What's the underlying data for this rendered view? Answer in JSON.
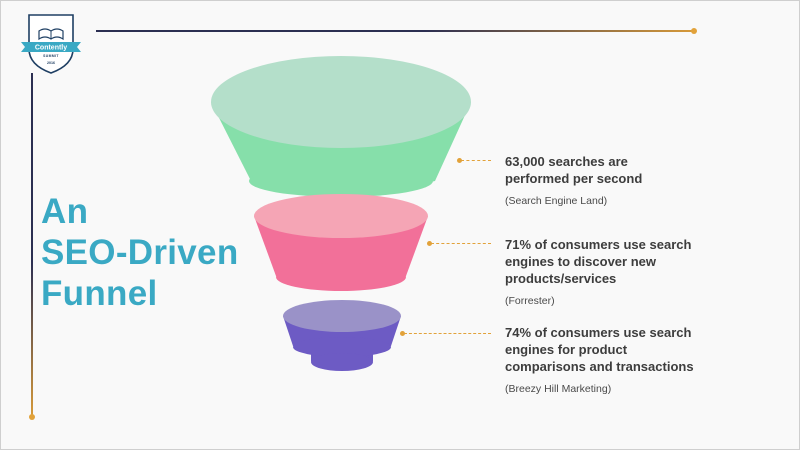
{
  "logo": {
    "brand": "Contently",
    "sub": "SUMMIT",
    "year": "2016",
    "colors": {
      "shield_border": "#1f3f63",
      "banner": "#3aa9c4"
    }
  },
  "title": {
    "lines": [
      "An",
      "SEO-Driven",
      "Funnel"
    ],
    "color": "#3aa9c4"
  },
  "funnel": {
    "tiers": [
      {
        "label": "top",
        "rim_color": "#b4dfca",
        "body_color": "#86dfaa"
      },
      {
        "label": "middle",
        "rim_color": "#f5a5b5",
        "body_color": "#f27099"
      },
      {
        "label": "bottom",
        "rim_color": "#9a92c8",
        "body_color": "#6d5bc4"
      }
    ]
  },
  "stats": [
    {
      "lines": [
        "63,000 searches are",
        "performed per second"
      ],
      "source": "(Search Engine Land)"
    },
    {
      "lines": [
        "71% of consumers use search",
        "engines to discover new",
        "products/services"
      ],
      "source": "(Forrester)"
    },
    {
      "lines": [
        "74% of consumers use search",
        "engines for product",
        "comparisons and transactions"
      ],
      "source": "(Breezy Hill Marketing)"
    }
  ],
  "accent_color": "#e2a23a",
  "rule_color": "#2c2f52"
}
